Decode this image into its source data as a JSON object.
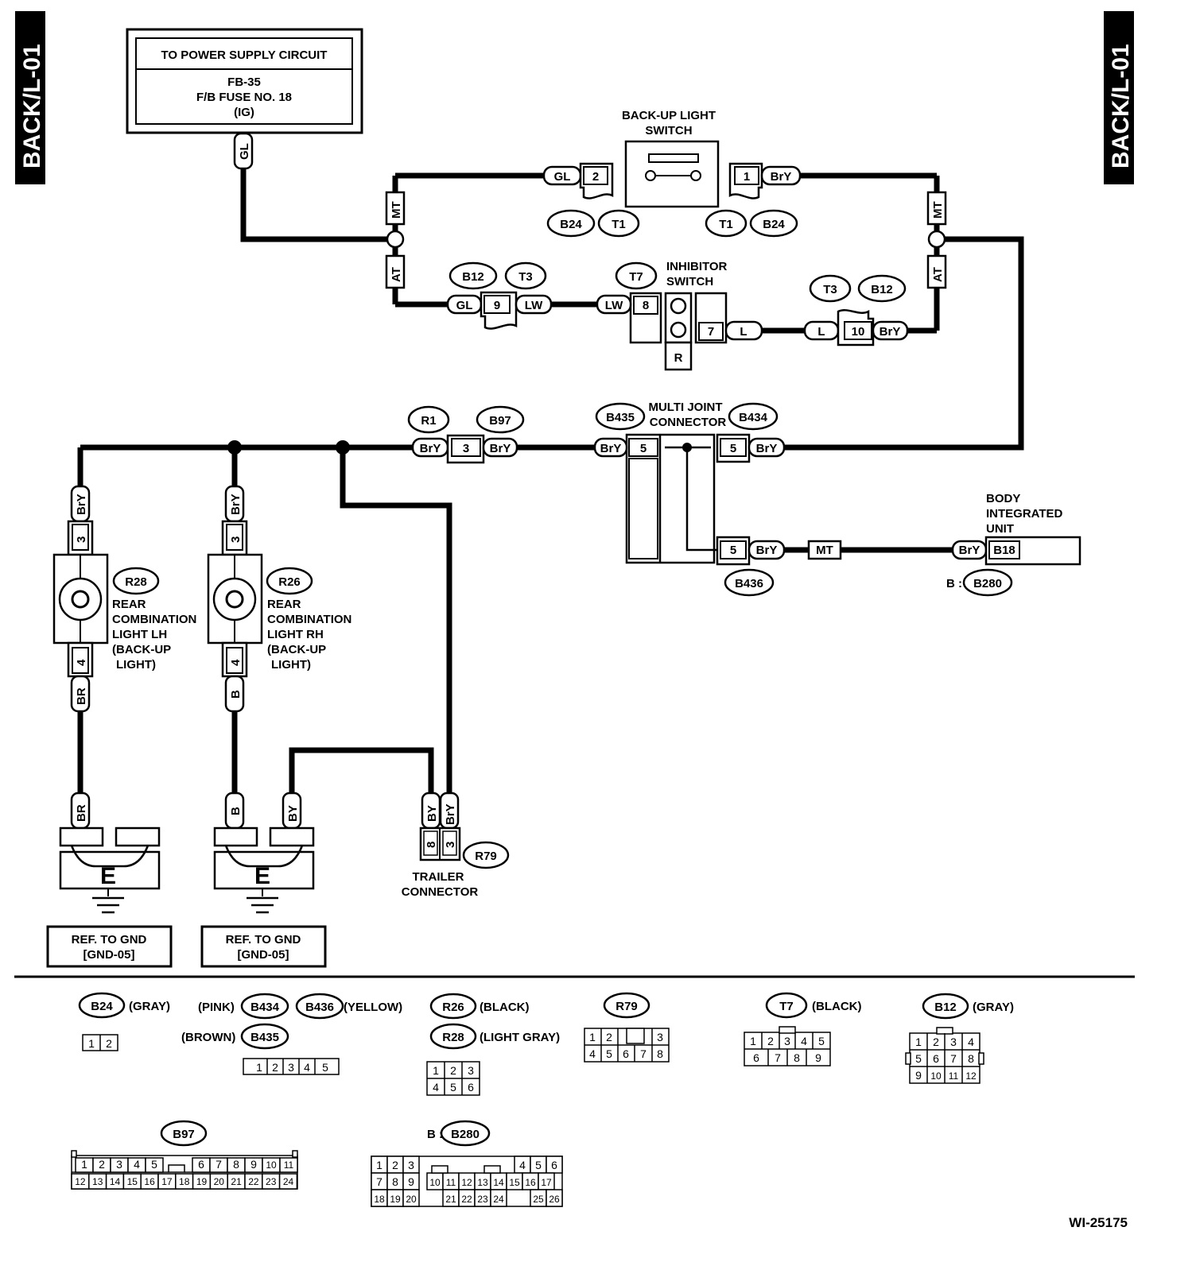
{
  "page": {
    "side_label": "BACK/L-01",
    "diagram_id": "WI-25175"
  },
  "power": {
    "title": "TO POWER SUPPLY CIRCUIT",
    "line1": "FB-35",
    "line2": "F/B FUSE NO. 18",
    "line3": "(IG)",
    "wire": "GL"
  },
  "backup_switch": {
    "title1": "BACK-UP LIGHT",
    "title2": "SWITCH",
    "left_wire": "GL",
    "left_pin": "2",
    "right_pin": "1",
    "right_wire": "BrY",
    "conn": [
      "B24",
      "T1",
      "T1",
      "B24"
    ]
  },
  "variants": {
    "mt": "MT",
    "at": "AT"
  },
  "inhibitor": {
    "title1": "INHIBITOR",
    "title2": "SWITCH",
    "conn": "T7",
    "pin_in": "8",
    "wire_in": "LW",
    "pin_out": "7",
    "wire_out": "L",
    "r_label": "R"
  },
  "at_left": {
    "c1": "B12",
    "c2": "T3",
    "wire_in": "GL",
    "pin": "9",
    "wire_out": "LW"
  },
  "at_right": {
    "c1": "T3",
    "c2": "B12",
    "wire_in": "L",
    "pin": "10",
    "wire_out": "BrY"
  },
  "r1": {
    "c1": "R1",
    "c2": "B97",
    "wire_in": "BrY",
    "pin": "3",
    "wire_out": "BrY"
  },
  "joint": {
    "title1": "MULTI JOINT",
    "title2": "CONNECTOR",
    "c_left": "B435",
    "c_right": "B434",
    "c_bottom": "B436",
    "wire": "BrY",
    "pin": "5"
  },
  "body_unit": {
    "title1": "BODY",
    "title2": "INTEGRATED",
    "title3": "UNIT",
    "wire_mt": "MT",
    "wire": "BrY",
    "pin": "B18",
    "conn_prefix": "B :",
    "conn": "B280"
  },
  "lh": {
    "conn": "R28",
    "t1": "REAR",
    "t2": "COMBINATION",
    "t3": "LIGHT LH",
    "t4": "(BACK-UP",
    "t5": "LIGHT)",
    "wire_top": "BrY",
    "pin_top": "3",
    "pin_bot": "4",
    "wire_bot": "BR",
    "wire_gnd": "BR"
  },
  "rh": {
    "conn": "R26",
    "t1": "REAR",
    "t2": "COMBINATION",
    "t3": "LIGHT RH",
    "t4": "(BACK-UP",
    "t5": "LIGHT)",
    "wire_top": "BrY",
    "pin_top": "3",
    "pin_bot": "4",
    "wire_bot": "B",
    "wire_gnd": "B",
    "wire_gnd2": "BY"
  },
  "ground": {
    "letter": "E",
    "ref1": "REF. TO GND",
    "ref2": "[GND-05]"
  },
  "trailer": {
    "conn": "R79",
    "t1": "TRAILER",
    "t2": "CONNECTOR",
    "wire_a": "BY",
    "wire_b": "BrY",
    "pin_a": "8",
    "pin_b": "3"
  },
  "legend": {
    "b24": {
      "name": "B24",
      "color": "(GRAY)"
    },
    "b434": {
      "name": "B434",
      "color": "(PINK)"
    },
    "b436": {
      "name": "B436",
      "color": "(YELLOW)"
    },
    "b435": {
      "name": "B435",
      "color": "(BROWN)"
    },
    "r26": {
      "name": "R26",
      "color": "(BLACK)"
    },
    "r28": {
      "name": "R28",
      "color": "(LIGHT GRAY)"
    },
    "r79": {
      "name": "R79"
    },
    "t7": {
      "name": "T7",
      "color": "(BLACK)"
    },
    "b12": {
      "name": "B12",
      "color": "(GRAY)"
    },
    "b97": {
      "name": "B97"
    },
    "b280": {
      "name": "B280",
      "prefix": "B :"
    }
  }
}
